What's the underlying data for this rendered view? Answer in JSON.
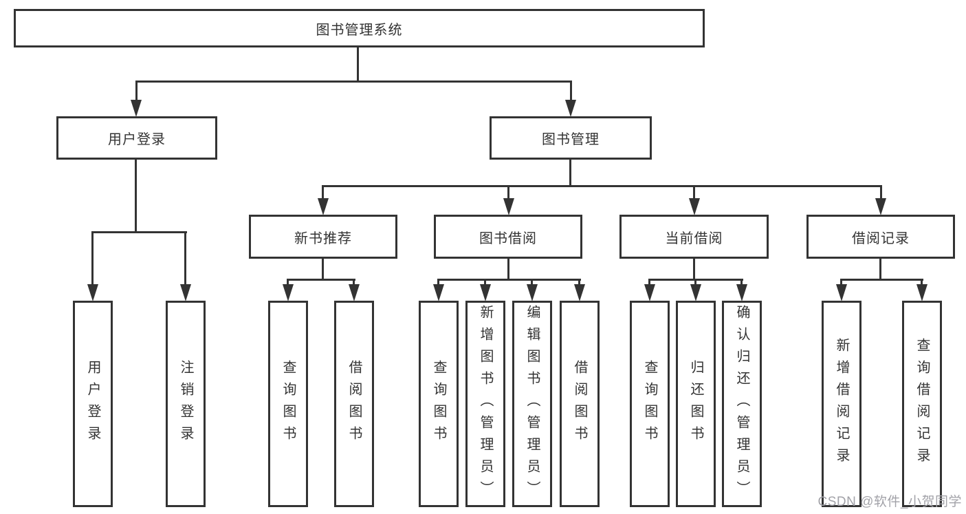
{
  "diagram": {
    "root": {
      "label": "图书管理系统"
    },
    "level2": [
      {
        "label": "用户登录"
      },
      {
        "label": "图书管理"
      }
    ],
    "level3": [
      {
        "label": "新书推荐"
      },
      {
        "label": "图书借阅"
      },
      {
        "label": "当前借阅"
      },
      {
        "label": "借阅记录"
      }
    ],
    "leaves": {
      "login": [
        {
          "label": "用户登录"
        },
        {
          "label": "注销登录"
        }
      ],
      "recommend": [
        {
          "label": "查询图书"
        },
        {
          "label": "借阅图书"
        }
      ],
      "borrow": [
        {
          "label": "查询图书"
        },
        {
          "label": "新增图书（管理员）"
        },
        {
          "label": "编辑图书（管理员）"
        },
        {
          "label": "借阅图书"
        }
      ],
      "current": [
        {
          "label": "查询图书"
        },
        {
          "label": "归还图书"
        },
        {
          "label": "确认归还（管理员）"
        }
      ],
      "records": [
        {
          "label": "新增借阅记录"
        },
        {
          "label": "查询借阅记录"
        }
      ]
    },
    "watermark": "CSDN @软件_小贺同学"
  },
  "colors": {
    "line": "#333333",
    "text": "#333333",
    "watermark": "#a2a2a8",
    "background": "#ffffff"
  }
}
